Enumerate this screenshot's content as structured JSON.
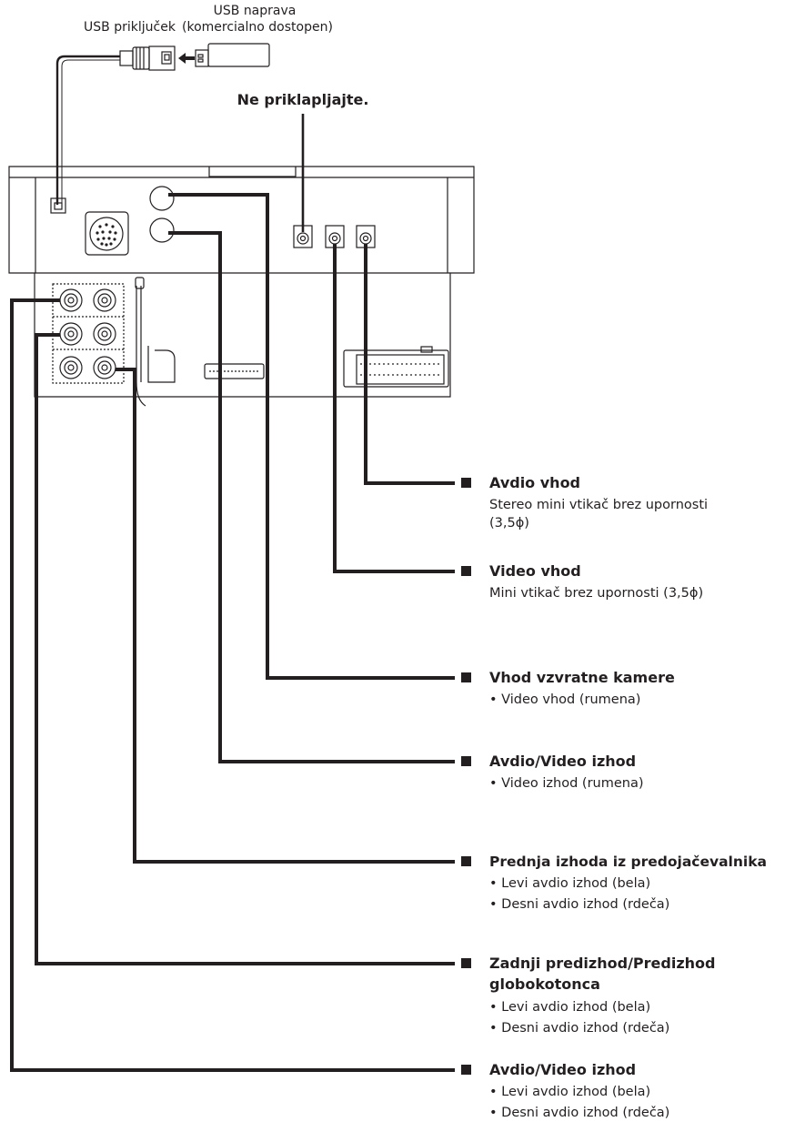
{
  "top_labels": {
    "usb_port": "USB priključek",
    "usb_device_line1": "USB naprava",
    "usb_device_line2": "(komercialno dostopen)",
    "do_not_connect": "Ne priklapljajte."
  },
  "connections": [
    {
      "title": "Avdio vhod",
      "lines": [
        "Stereo mini vtikač brez upornosti",
        "(3,5ϕ)"
      ]
    },
    {
      "title": "Video vhod",
      "lines": [
        "Mini vtikač brez upornosti (3,5ϕ)"
      ]
    },
    {
      "title": "Vhod vzvratne kamere",
      "lines": [
        "• Video vhod (rumena)"
      ]
    },
    {
      "title": "Avdio/Video izhod",
      "lines": [
        "• Video izhod (rumena)"
      ]
    },
    {
      "title": "Prednja izhoda iz predojačevalnika",
      "lines": [
        "• Levi avdio izhod (bela)",
        "• Desni avdio izhod (rdeča)"
      ]
    },
    {
      "title": "Zadnji predizhod/Predizhod",
      "title2": "globokotonca",
      "lines": [
        "• Levi avdio izhod (bela)",
        "• Desni avdio izhod (rdeča)"
      ]
    },
    {
      "title": "Avdio/Video izhod",
      "lines": [
        "• Levi avdio izhod (bela)",
        "• Desni avdio izhod (rdeča)"
      ]
    }
  ]
}
